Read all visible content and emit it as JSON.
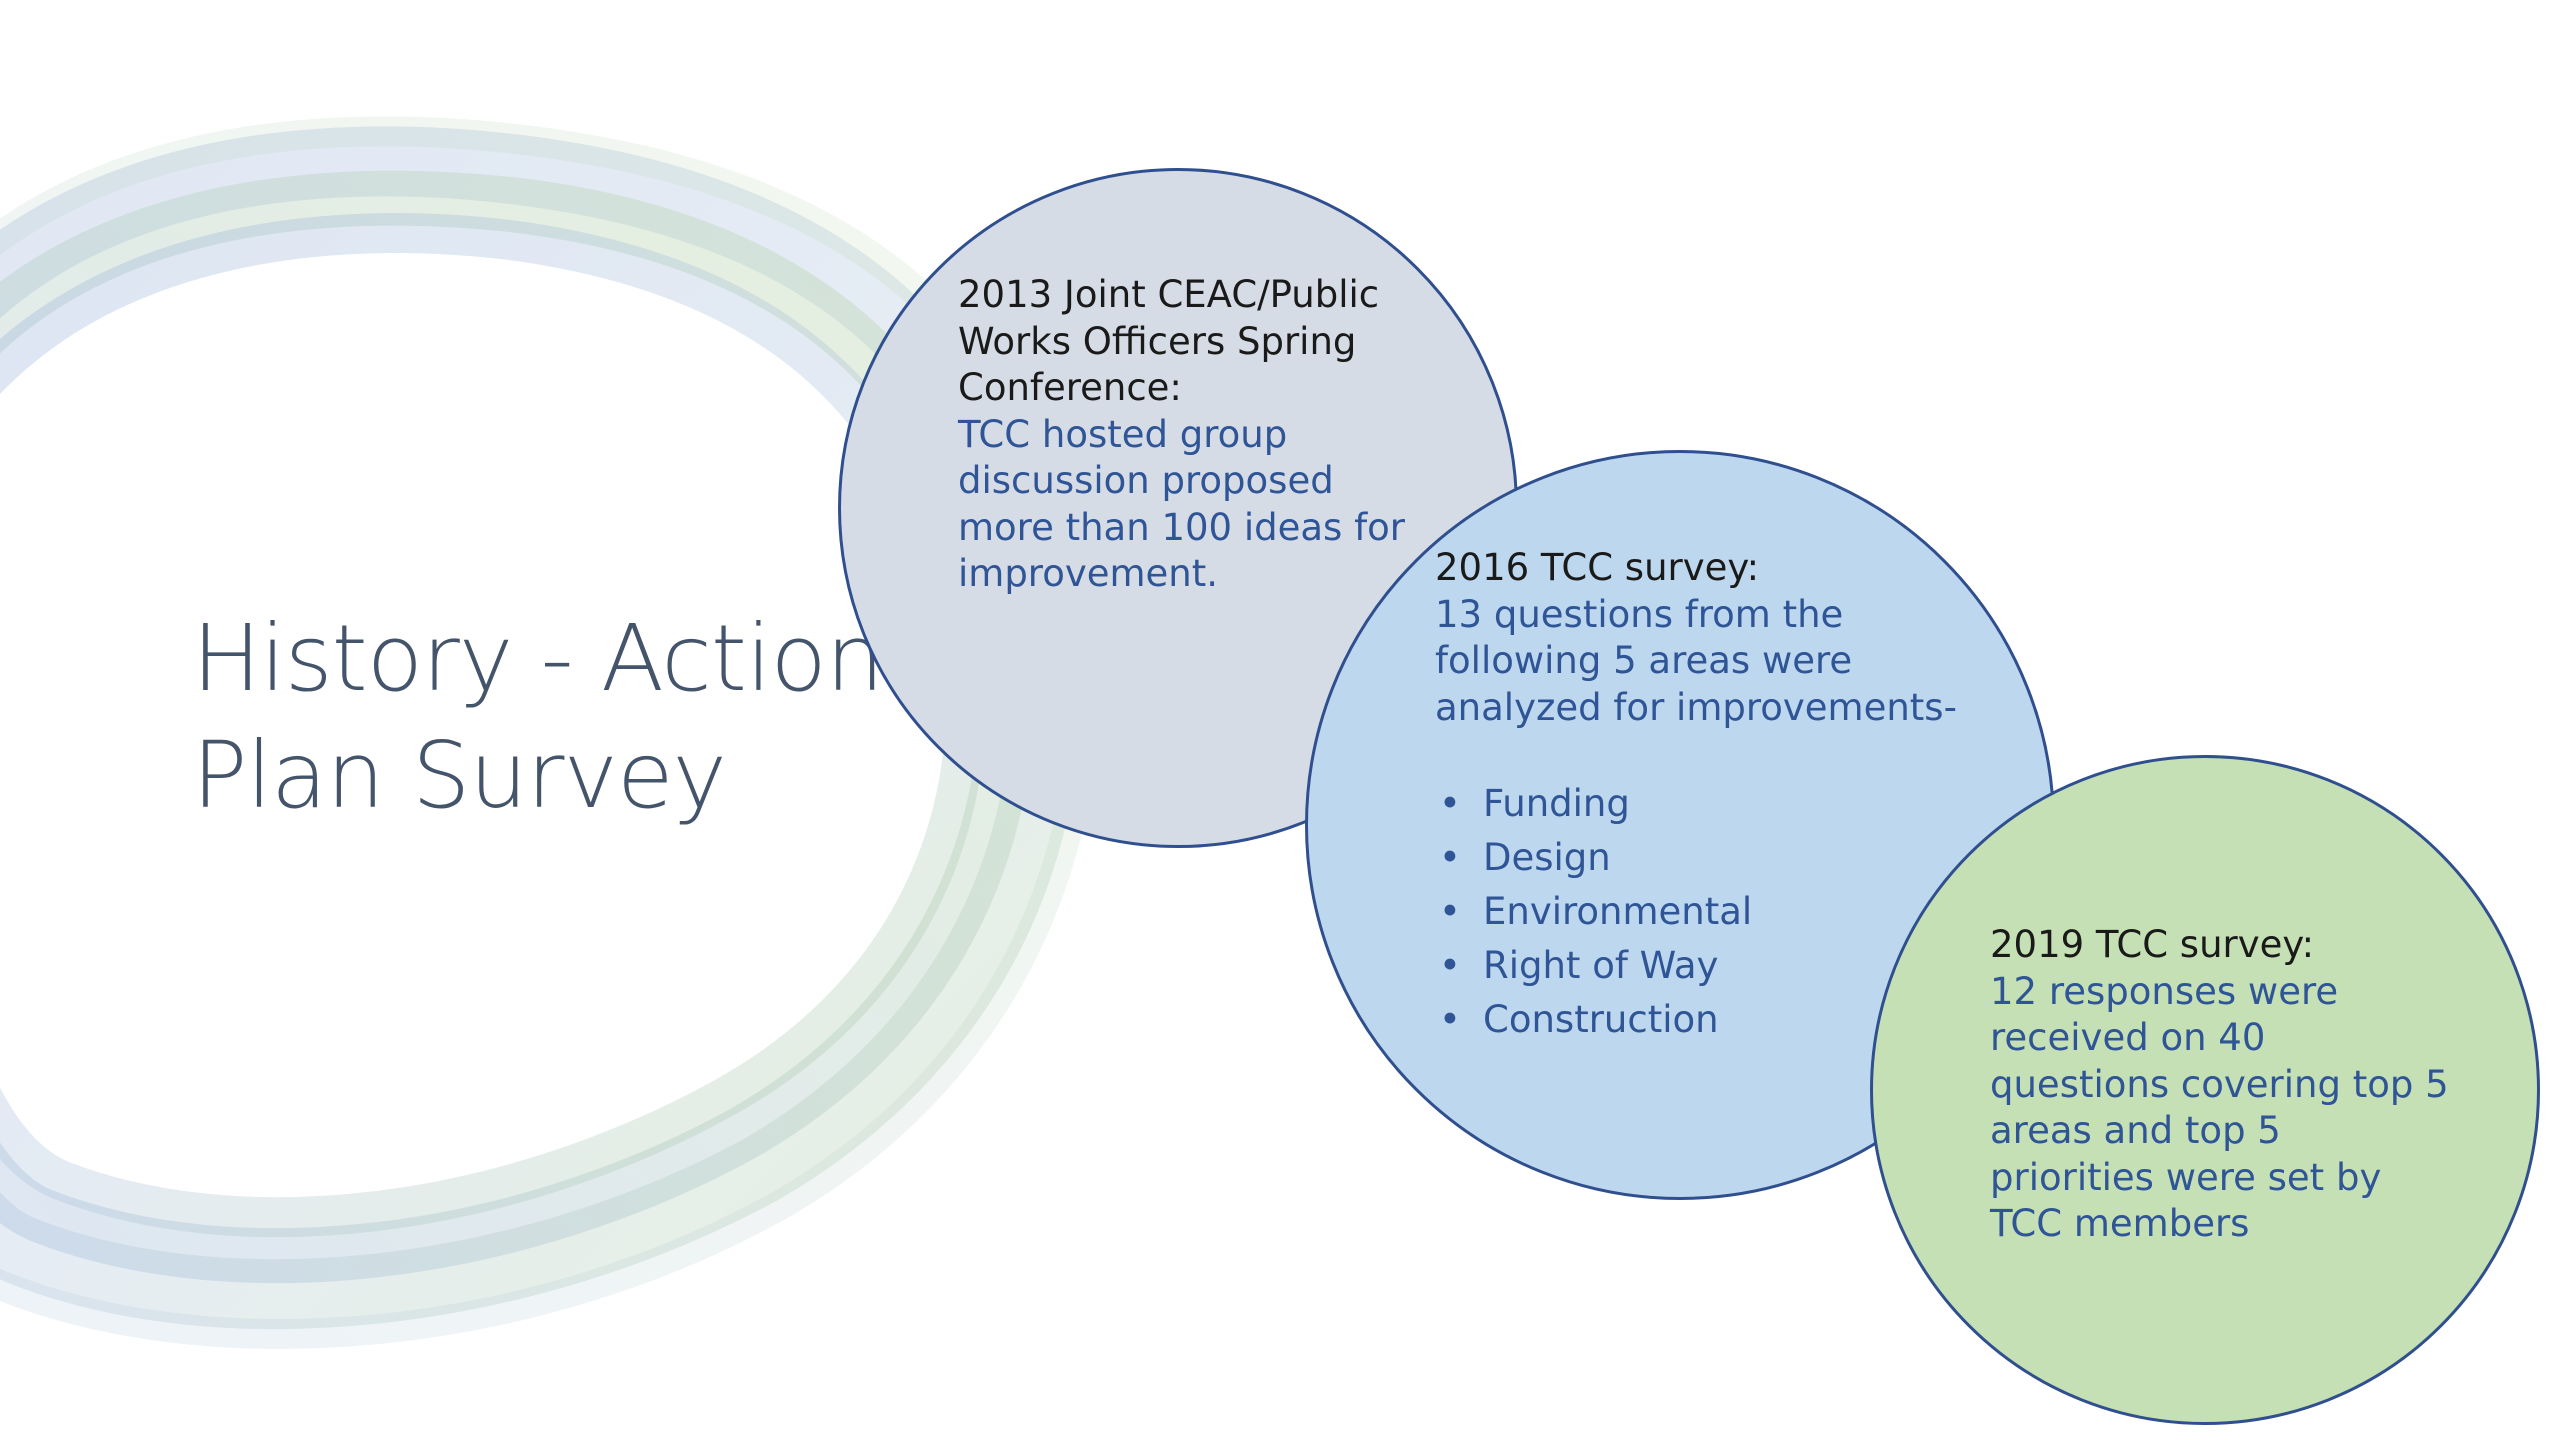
{
  "slide": {
    "title_line1": "History - Action",
    "title_line2": "Plan Survey"
  },
  "circles": [
    {
      "heading": [
        "2013 Joint CEAC/Public",
        "Works Officers Spring",
        "Conference:"
      ],
      "body": [
        "TCC hosted group",
        "discussion proposed",
        "more than 100 ideas for",
        "improvement."
      ],
      "fill": "#d6dce5"
    },
    {
      "heading": [
        "2016 TCC survey:"
      ],
      "body": [
        "13 questions from the",
        "following 5 areas were",
        "analyzed for improvements-"
      ],
      "bullets": [
        "Funding",
        "Design",
        "Environmental",
        "Right of Way",
        "Construction"
      ],
      "fill": "#bdd7ee"
    },
    {
      "heading": [
        "2019 TCC survey:"
      ],
      "body": [
        "12 responses were",
        "received on 40",
        "questions covering top 5",
        "areas and top 5",
        "priorities were set by",
        "TCC members"
      ],
      "fill": "#c5e0b4"
    }
  ],
  "bullet_glyph": "•",
  "colors": {
    "title": "#44546a",
    "heading_text": "#1a1a1a",
    "body_text": "#2f5597",
    "circle_border": "#2f4f8f",
    "ring_blue": "#8fa9d6",
    "ring_green": "#a9cc8f"
  }
}
